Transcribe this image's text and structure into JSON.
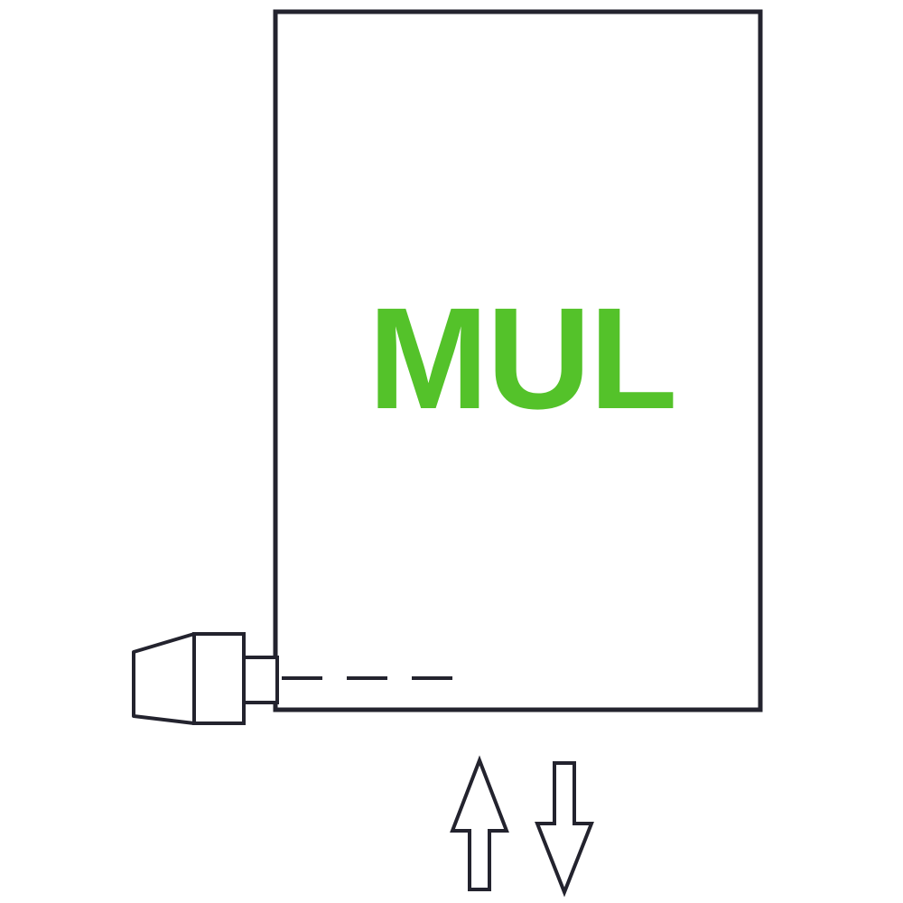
{
  "diagram": {
    "title": "radiator-connection-diagram",
    "label": "MUL"
  },
  "colors": {
    "accent_green": "#54c22a",
    "outline": "#23232e",
    "shape_fill": "#ffffff"
  },
  "icons": {
    "up_arrow": "flow-up-arrow",
    "down_arrow": "flow-down-arrow",
    "valve": "valve-fitting",
    "dashed_line": "pipe-axis-dashed-line"
  }
}
